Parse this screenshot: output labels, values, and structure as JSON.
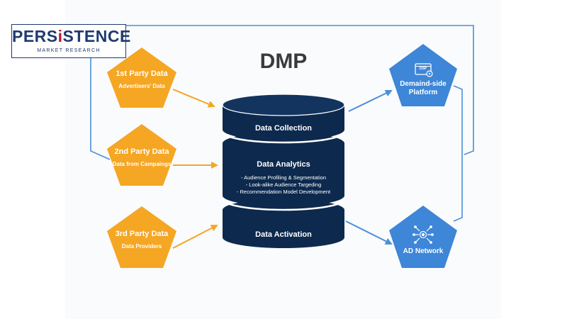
{
  "logo": {
    "main_pre": "PERS",
    "main_accent": "i",
    "main_post": "STENCE",
    "sub": "MARKET RESEARCH"
  },
  "title": "DMP",
  "sources": [
    {
      "title": "1st Party Data",
      "subtitle": "Advertisers' Data"
    },
    {
      "title": "2nd Party Data",
      "subtitle": "Data from Campaings"
    },
    {
      "title": "3rd Party Data",
      "subtitle": "Data Providers"
    }
  ],
  "dmp_layers": {
    "collection": "Data Collection",
    "analytics": {
      "title": "Data Analytics",
      "items": [
        "- Audience Profiling & Segmentation",
        "- Look-alike Audience Targeding",
        "- Recommendation Model Development"
      ]
    },
    "activation": "Data Activation"
  },
  "outputs": [
    {
      "label_line1": "Demaind-side",
      "label_line2": "Platform",
      "icon": "dsp-icon",
      "badge": "DSP"
    },
    {
      "label_line1": "AD Network",
      "label_line2": "",
      "icon": "network-hub-icon"
    }
  ],
  "colors": {
    "orange": "#f5a623",
    "navy": "#0d2a4e",
    "blue": "#3d86d8",
    "line": "#4a8fd9",
    "brand": "#1f3a6e",
    "brand_accent": "#c8102e"
  }
}
